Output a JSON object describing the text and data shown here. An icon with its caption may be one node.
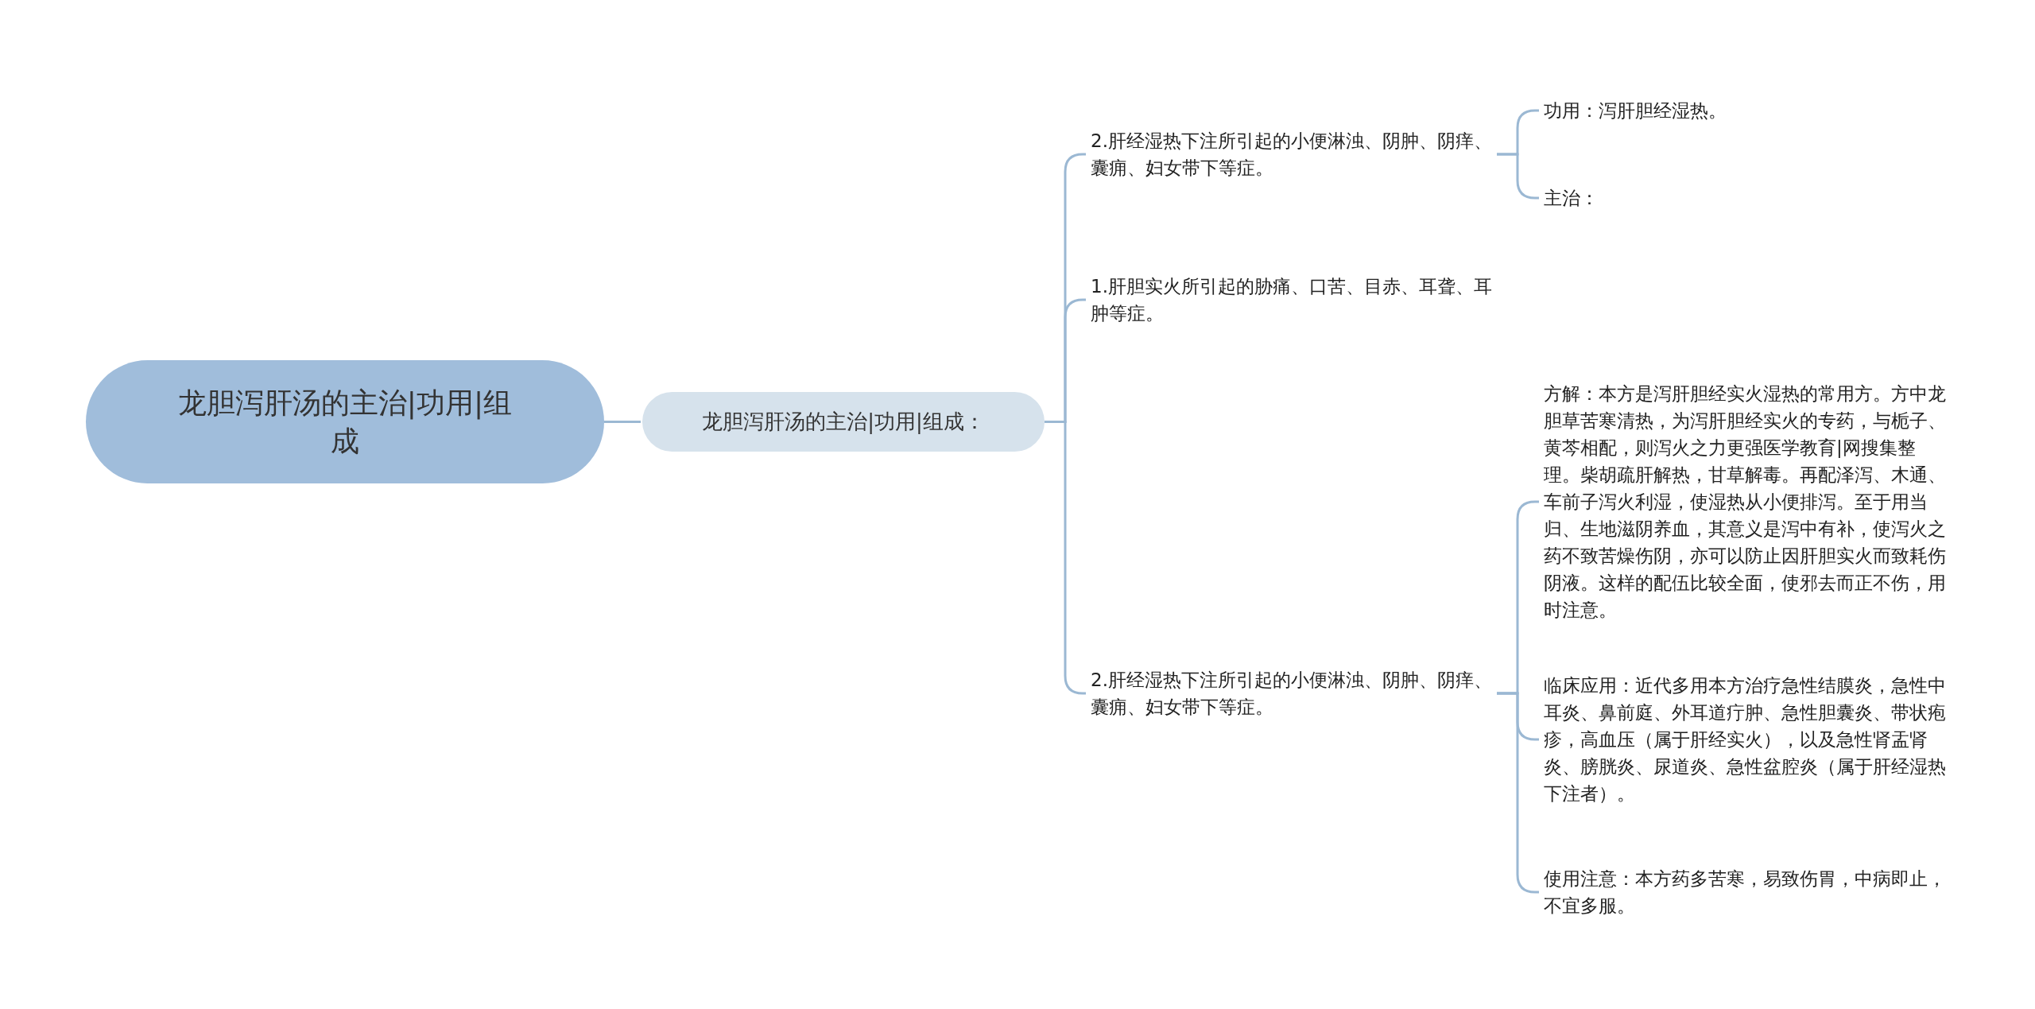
{
  "diagram": {
    "nodes": [
      {
        "text": [
          "龙胆泻肝汤的主治|功用|组成"
        ]
      },
      {
        "text": [
          "龙胆泻肝汤的主治|功用|组成："
        ]
      },
      {
        "text": [
          "2.肝经湿热下注所引起的小便淋浊、阴肿、阴痒、囊痈、妇女带下等症。"
        ]
      },
      {
        "text": [
          "功用：泻肝胆经湿热。"
        ]
      },
      {
        "text": [
          "主治："
        ]
      },
      {
        "text": [
          "1.肝胆实火所引起的胁痛、口苦、目赤、耳聋、耳肿等症。"
        ]
      },
      {
        "text": [
          "2.肝经湿热下注所引起的小便淋浊、阴肿、阴痒、囊痈、妇女带下等症。"
        ]
      },
      {
        "text": [
          "方解：本方是泻肝胆经实火湿热的常用方。方中龙胆草苦寒清热，为泻肝胆经实火的专药，与栀子、黄芩相配，则泻火之力更强医学教育|网搜集整理。柴胡疏肝解热，甘草解毒。再配泽泻、木通、车前子泻火利湿，使湿热从小便排泻。至于用当归、生地滋阴养血，其意义是泻中有补，使泻火之药不致苦燥伤阴，亦可以防止因肝胆实火而致耗伤阴液。这样的配伍比较全面，使邪去而正不伤，用时注意。"
        ]
      },
      {
        "text": [
          "临床应用：近代多用本方治疗急性结膜炎，急性中耳炎、鼻前庭、外耳道疔肿、急性胆囊炎、带状疱疹，高血压（属于肝经实火），以及急性肾盂肾炎、膀胱炎、尿道炎、急性盆腔炎（属于肝经湿热下注者）。"
        ]
      },
      {
        "text": [
          "使用注意：本方药多苦寒，易致伤胃，中病即止，不宜多服。"
        ]
      }
    ],
    "edges": [
      {
        "from": 0,
        "to": 1,
        "arrow": "none"
      },
      {
        "from": 1,
        "to": 2,
        "arrow": "none"
      },
      {
        "from": 1,
        "to": 5,
        "arrow": "none"
      },
      {
        "from": 1,
        "to": 6,
        "arrow": "none"
      },
      {
        "from": 2,
        "to": 3,
        "arrow": "none"
      },
      {
        "from": 2,
        "to": 4,
        "arrow": "none"
      },
      {
        "from": 6,
        "to": 7,
        "arrow": "none"
      },
      {
        "from": 6,
        "to": 8,
        "arrow": "none"
      },
      {
        "from": 6,
        "to": 9,
        "arrow": "none"
      }
    ]
  }
}
